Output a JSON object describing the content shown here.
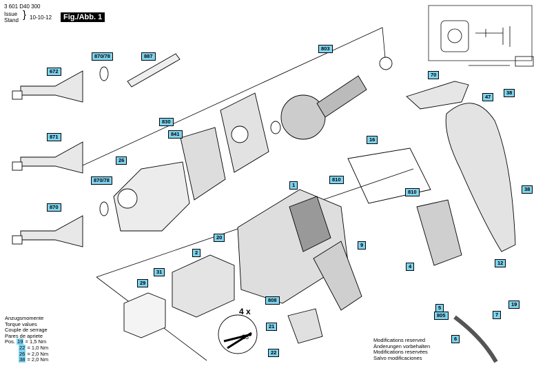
{
  "header": {
    "doc_number": "3 601 D40 300",
    "issue_label": "Issue",
    "stand_label": "Stand",
    "date": "10-10-12",
    "figure": "Fig./Abb. 1"
  },
  "labels": [
    "672",
    "870/78",
    "887",
    "803",
    "871",
    "26",
    "830",
    "841",
    "870/78",
    "870",
    "70",
    "47",
    "38",
    "16",
    "810",
    "810",
    "1",
    "38",
    "20",
    "2",
    "9",
    "31",
    "29",
    "4",
    "12",
    "808",
    "5",
    "805",
    "7",
    "19",
    "21",
    "22",
    "6"
  ],
  "torque": {
    "title_lines": [
      "Anzugsmomente",
      "Torque values",
      "Couple de serrage",
      "Pares de apriete"
    ],
    "prefix": "Pos.",
    "rows": [
      {
        "pos": "19",
        "value": "= 1,5 Nm"
      },
      {
        "pos": "22",
        "value": "= 1,0 Nm"
      },
      {
        "pos": "26",
        "value": "= 2,0 Nm"
      },
      {
        "pos": "38",
        "value": "= 2,0 Nm"
      }
    ]
  },
  "modifications": [
    "Modifications reserved",
    "Änderungen vorbehalten",
    "Modifications reservées",
    "Salvo modificaciones"
  ],
  "detail": {
    "count": "4 x",
    "angle": "25°"
  }
}
